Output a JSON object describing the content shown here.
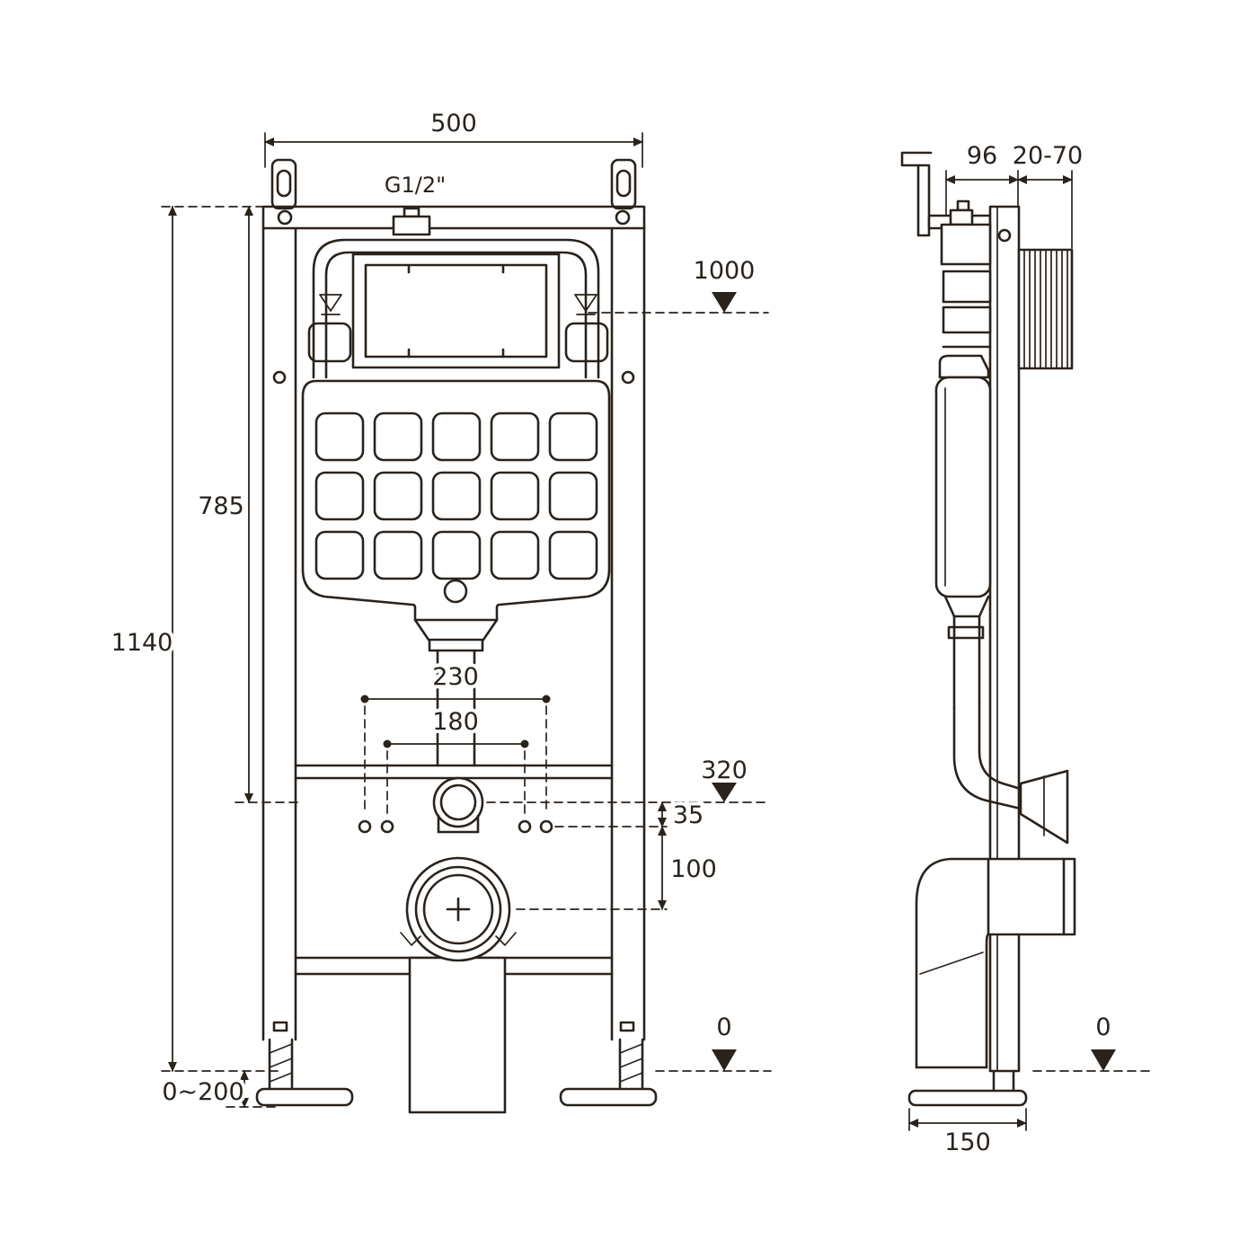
{
  "drawing": {
    "line_color": "#2a231c",
    "bg_color": "#ffffff",
    "front": {
      "dim_width": "500",
      "thread_label": "G1/2\"",
      "dim_height_total": "1140",
      "dim_height_cistern": "785",
      "dim_level_top": "1000",
      "dim_flush_outer": "230",
      "dim_flush_inner": "180",
      "dim_level_mid": "320",
      "dim_offset_small": "35",
      "dim_offset_outlet": "100",
      "dim_feet_adjust": "0~200",
      "dim_level_floor": "0"
    },
    "side": {
      "dim_depth_frame": "96",
      "dim_wall_distance": "20-70",
      "dim_depth_base": "150",
      "dim_level_floor": "0"
    }
  }
}
